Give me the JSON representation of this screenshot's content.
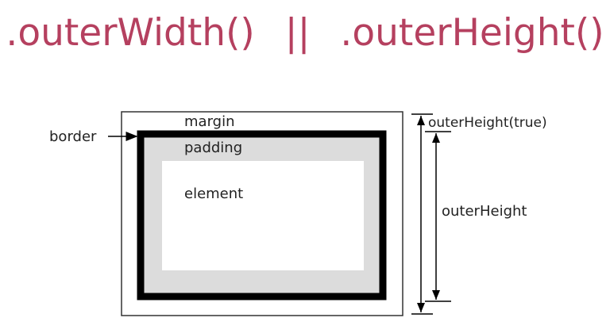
{
  "title": {
    "left": ".outerWidth()",
    "separator": "||",
    "right": ".outerHeight()"
  },
  "labels": {
    "margin": "margin",
    "padding": "padding",
    "element": "element",
    "border": "border",
    "outer_height_true": "outerHeight(true)",
    "outer_height": "outerHeight"
  },
  "colors": {
    "title": "#b5405f",
    "border": "#000000",
    "padding_fill": "#dcdcdc",
    "element_fill": "#ffffff",
    "margin_outline": "#333333"
  }
}
